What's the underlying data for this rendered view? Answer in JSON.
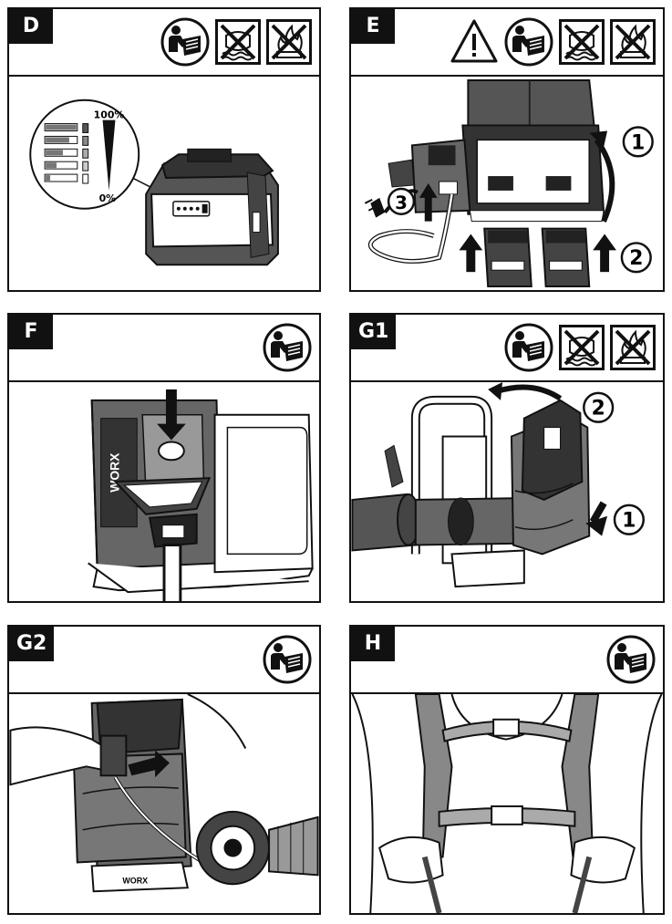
{
  "panels": [
    {
      "label": "D",
      "icons": [
        "manual-icon",
        "no-water-icon",
        "no-fire-icon"
      ]
    },
    {
      "label": "E",
      "icons": [
        "warning-icon",
        "manual-icon",
        "no-water-icon",
        "no-fire-icon"
      ],
      "callouts": [
        "1",
        "2",
        "3"
      ]
    },
    {
      "label": "F",
      "icons": [
        "manual-icon"
      ],
      "brand": "WORX"
    },
    {
      "label": "G1",
      "icons": [
        "manual-icon",
        "no-water-icon",
        "no-fire-icon"
      ],
      "callouts": [
        "2",
        "1"
      ]
    },
    {
      "label": "G2",
      "icons": [
        "manual-icon"
      ],
      "brand": "WORX"
    },
    {
      "label": "H",
      "icons": [
        "manual-icon"
      ]
    }
  ],
  "charge_indicator": {
    "top": "100%",
    "bottom": "0%"
  }
}
